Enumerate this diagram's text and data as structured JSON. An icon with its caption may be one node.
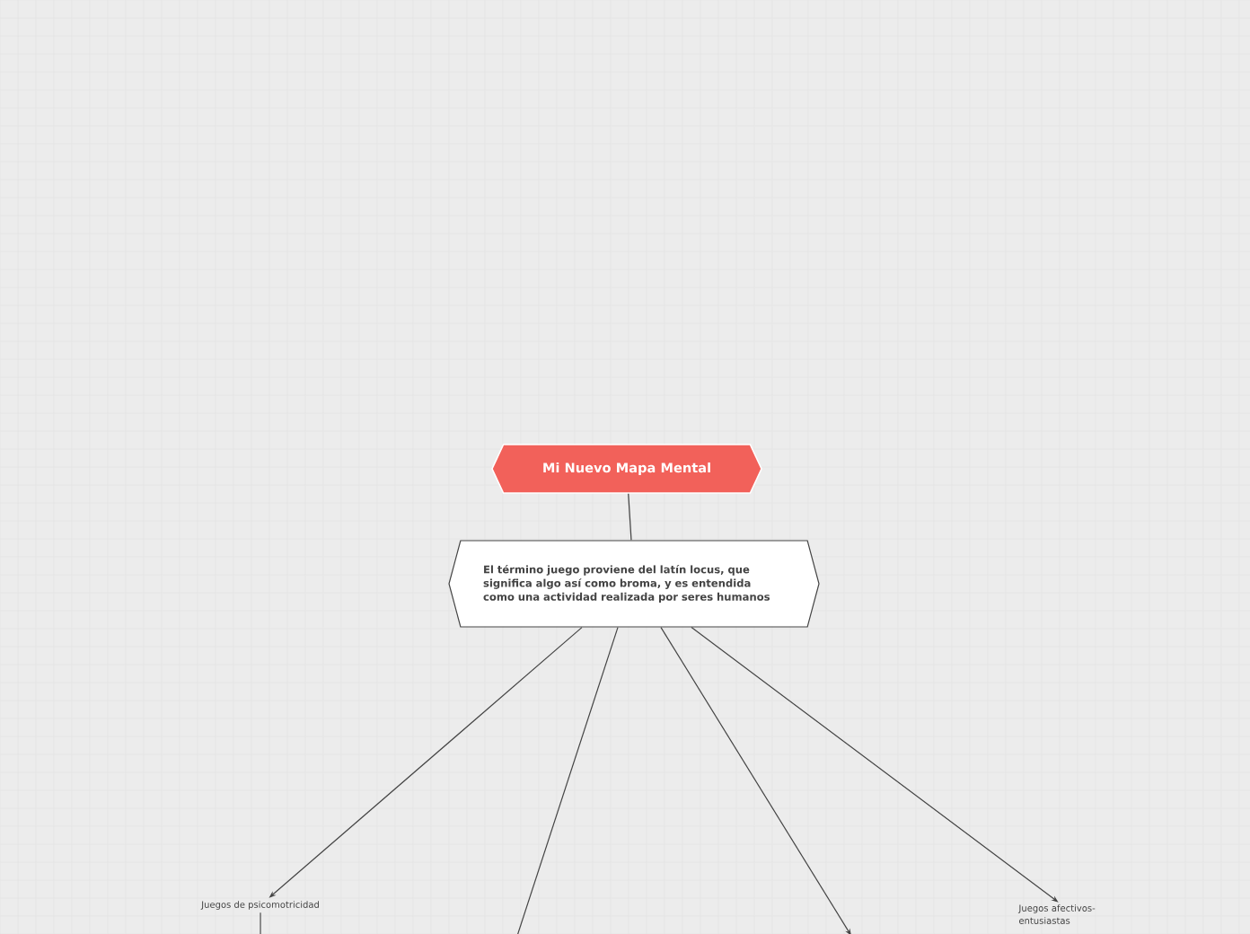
{
  "diagram": {
    "nodes": [
      {
        "text": [
          "Mi Nuevo Mapa Mental"
        ]
      },
      {
        "text": [
          "El término juego proviene del latín locus, que significa algo así como broma, y es entendida como una actividad realizada por seres humanos"
        ]
      },
      {
        "text": [
          "Juegos de psicomotricidad"
        ]
      },
      {
        "text": [
          "Juegos afectivos-entusiastas"
        ]
      }
    ],
    "edges": [
      {
        "from": 0,
        "to": 1,
        "arrow": "none"
      },
      {
        "from": 1,
        "to": 2,
        "arrow": "to"
      },
      {
        "from": 1,
        "to": null,
        "arrow": "none"
      },
      {
        "from": 1,
        "to": null,
        "arrow": "to"
      },
      {
        "from": 1,
        "to": 3,
        "arrow": "to"
      },
      {
        "from": 2,
        "to": null,
        "arrow": "none"
      }
    ]
  }
}
